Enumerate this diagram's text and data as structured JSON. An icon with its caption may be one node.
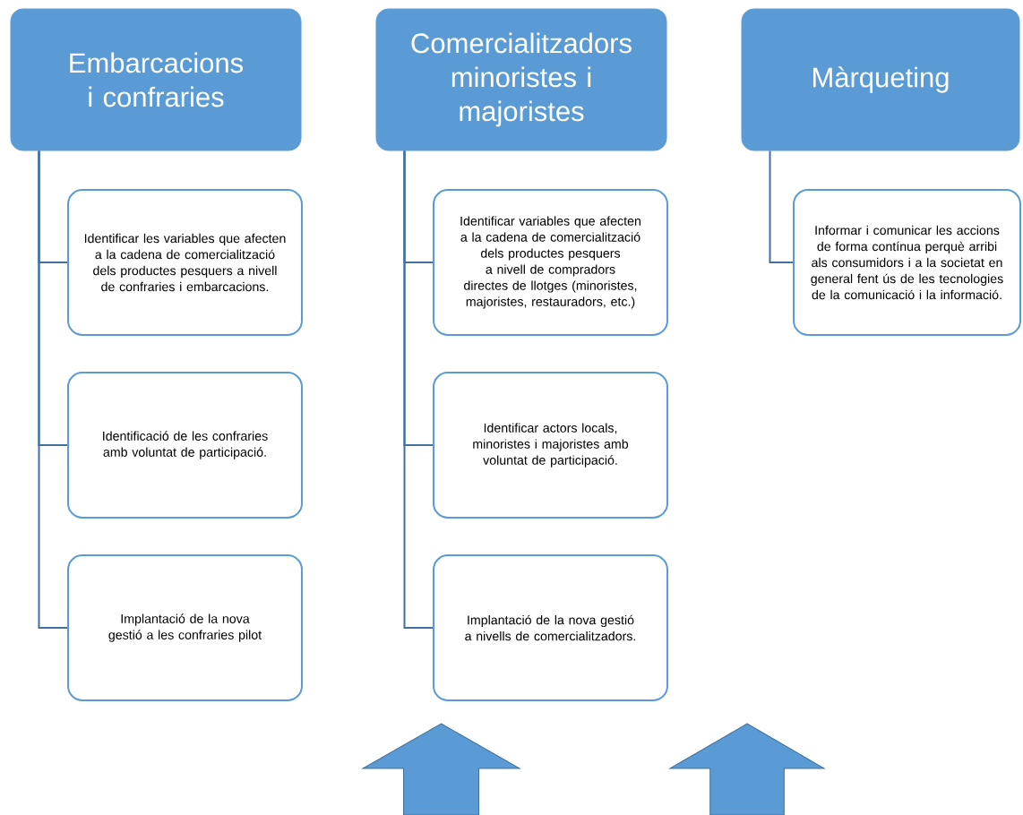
{
  "diagram": {
    "nodes": [
      {
        "text": [
          "Embarcacions i confraries"
        ]
      },
      {
        "text": [
          "Identificar les variables que afecten a la cadena de comercialització dels productes pesquers a nivell de confraries i embarcacions."
        ]
      },
      {
        "text": [
          "Identificació de les confraries amb voluntat de participació."
        ]
      },
      {
        "text": [
          "Implantació de la nova gestió a les confraries pilot"
        ]
      },
      {
        "text": [
          "Comercialitzadors minoristes i majoristes"
        ]
      },
      {
        "text": [
          "Identificar variables que afecten a la cadena de comercialització dels productes pesquers a nivell de compradors directes de llotges (minoristes, majoristes, restauradors, etc.)"
        ]
      },
      {
        "text": [
          "Identificar actors locals, minoristes i majoristes amb voluntat de participació."
        ]
      },
      {
        "text": [
          "Implantació de la nova gestió a nivells de comercialitzadors."
        ]
      },
      {
        "text": [
          "Màrqueting"
        ]
      },
      {
        "text": [
          "Informar i comunicar les accions de forma contínua perquè arribi als consumidors i a la societat en general fent ús de les tecnologies de la comunicació i la informació."
        ]
      },
      {
        "text": [],
        "shape": "arrow"
      },
      {
        "text": [],
        "shape": "arrow"
      }
    ],
    "edges": [
      {
        "from": 0,
        "to": 1,
        "arrow": "none"
      },
      {
        "from": 0,
        "to": 2,
        "arrow": "none"
      },
      {
        "from": 0,
        "to": 3,
        "arrow": "none"
      },
      {
        "from": 4,
        "to": 5,
        "arrow": "none"
      },
      {
        "from": 4,
        "to": 6,
        "arrow": "none"
      },
      {
        "from": 4,
        "to": 7,
        "arrow": "none"
      },
      {
        "from": 8,
        "to": 9,
        "arrow": "none"
      }
    ]
  }
}
